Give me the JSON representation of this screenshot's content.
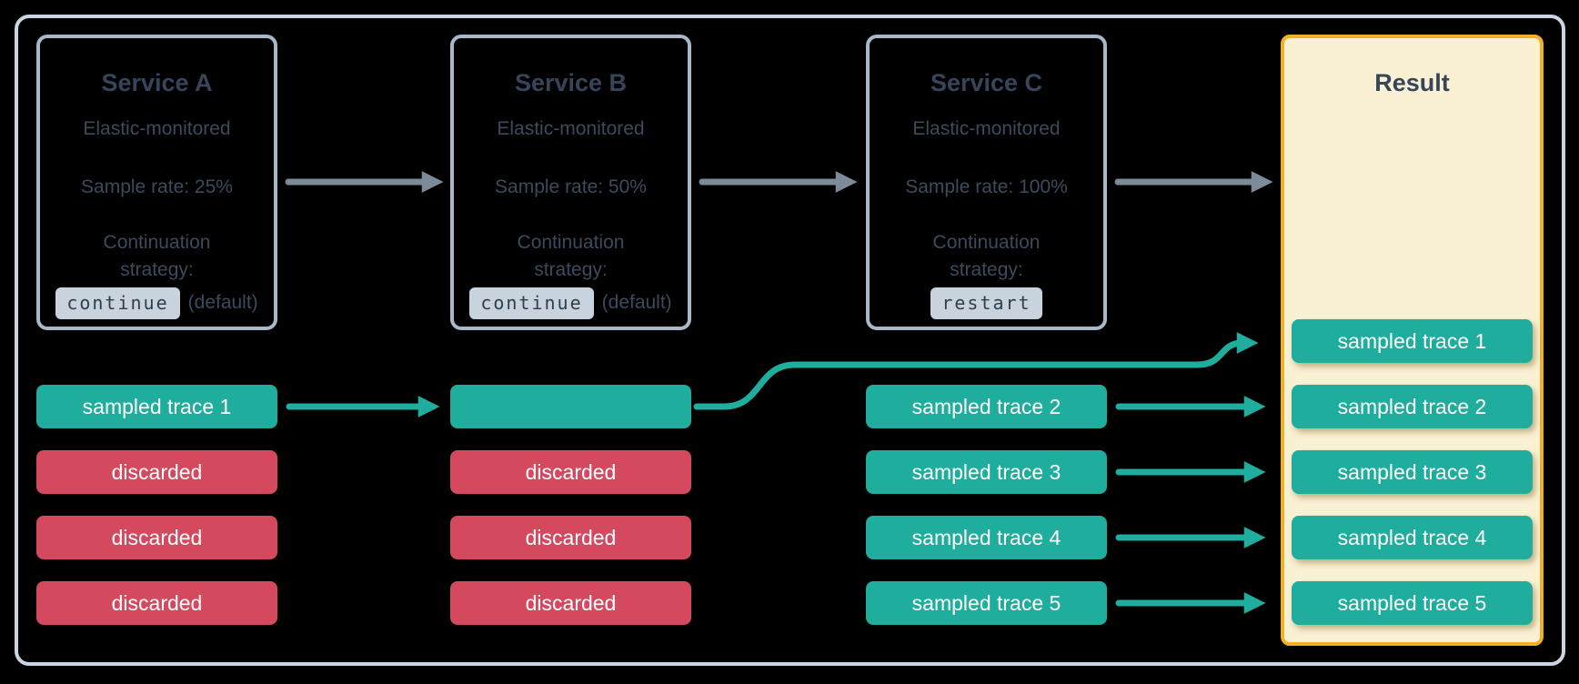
{
  "diagram": {
    "topic": "Distributed trace sampling across services",
    "colors": {
      "background": "#000000",
      "frame_border": "#ccd6e1",
      "service_box_border": "#a9b8c8",
      "text_slate": "#3c4a5c",
      "code_chip_bg": "#c9d3dd",
      "sampled_teal": "#1fad9e",
      "discarded_red": "#d5495f",
      "result_border_yellow": "#f2b027",
      "result_fill_cream": "#faf0d4",
      "flow_arrow_gray": "#7d8b98",
      "chip_text": "#ffffff"
    }
  },
  "services": [
    {
      "title": "Service A",
      "monitored": "Elastic-monitored",
      "sample_rate": "Sample rate: 25%",
      "strategy_label": "Continuation strategy:",
      "strategy_code": "continue",
      "strategy_note": "(default)"
    },
    {
      "title": "Service B",
      "monitored": "Elastic-monitored",
      "sample_rate": "Sample rate: 50%",
      "strategy_label": "Continuation strategy:",
      "strategy_code": "continue",
      "strategy_note": "(default)"
    },
    {
      "title": "Service C",
      "monitored": "Elastic-monitored",
      "sample_rate": "Sample rate: 100%",
      "strategy_label": "Continuation strategy:",
      "strategy_code": "restart",
      "strategy_note": ""
    }
  ],
  "lanes": {
    "service_a": {
      "chips": [
        {
          "label": "sampled trace 1",
          "status": "sampled"
        },
        {
          "label": "discarded",
          "status": "discarded"
        },
        {
          "label": "discarded",
          "status": "discarded"
        },
        {
          "label": "discarded",
          "status": "discarded"
        }
      ]
    },
    "service_b": {
      "chips": [
        {
          "label": "",
          "status": "sampled"
        },
        {
          "label": "discarded",
          "status": "discarded"
        },
        {
          "label": "discarded",
          "status": "discarded"
        },
        {
          "label": "discarded",
          "status": "discarded"
        }
      ]
    },
    "service_c": {
      "chips": [
        {
          "label": "sampled trace 2",
          "status": "sampled"
        },
        {
          "label": "sampled trace 3",
          "status": "sampled"
        },
        {
          "label": "sampled trace 4",
          "status": "sampled"
        },
        {
          "label": "sampled trace 5",
          "status": "sampled"
        }
      ]
    }
  },
  "result": {
    "title": "Result",
    "chips": [
      "sampled trace 1",
      "sampled trace 2",
      "sampled trace 3",
      "sampled trace 4",
      "sampled trace 5"
    ]
  },
  "connections": [
    "Service A -> Service B",
    "Service B -> Service C",
    "Service C -> Result",
    "sampled trace 1 (A) -> Service B lane",
    "Service B lane -> Result sampled trace 1",
    "sampled trace 2..5 (C) -> Result sampled trace 2..5"
  ]
}
